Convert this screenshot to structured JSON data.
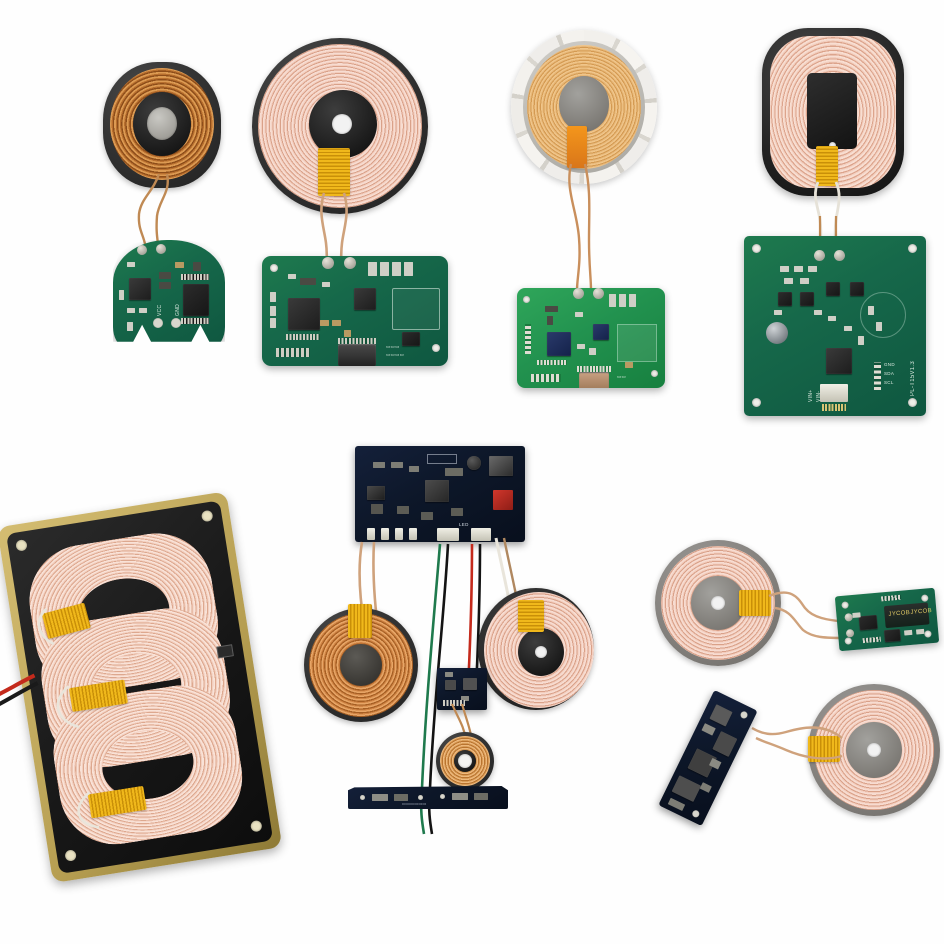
{
  "scene": {
    "title": "Wireless charging module collage",
    "background_color": "#ffffff",
    "layout": "two rows of product photos on white background",
    "rows": 2,
    "item_count": 8
  },
  "palette": {
    "background": "#ffffff",
    "pcb_green": "#17684a",
    "pcb_bright_green": "#22924f",
    "pcb_black": "#0d1729",
    "coil_pink_copper": "#e8c0ad",
    "coil_copper": "#c07b36",
    "ferrite_black": "#202020",
    "ferrite_grey": "#86837f",
    "kapton_tape_yellow": "#f0b81b",
    "gold_plate": "#b79f52",
    "wire_red": "#c42a1c",
    "wire_black": "#1a1a1a",
    "wire_green": "#1f7a4d",
    "wire_white": "#ece9e0"
  },
  "items": [
    {
      "id": "module-1",
      "name": "Small round transmitter coil with oval PCB",
      "coil": {
        "shape": "round",
        "wire_color": "copper",
        "backing": "black ferrite",
        "center": "grey magnet disc"
      },
      "pcb": {
        "color": "green",
        "shape": "round with notches",
        "labels": [
          "VCC",
          "GND"
        ]
      }
    },
    {
      "id": "module-2",
      "name": "Large round coil with square USB-C PCB",
      "coil": {
        "shape": "round",
        "wire_color": "pink copper",
        "backing": "black ferrite",
        "center": "white dot"
      },
      "pcb": {
        "color": "green",
        "shape": "rounded square",
        "connector": "micro-USB",
        "labels": []
      }
    },
    {
      "id": "module-3",
      "name": "Round coil with white ferrite segments and green PCB",
      "coil": {
        "shape": "round",
        "wire_color": "copper",
        "backing": "white segmented ferrite",
        "center": "grey disc"
      },
      "pcb": {
        "color": "bright green",
        "shape": "rounded rectangle",
        "connector": "USB-C",
        "labels": []
      }
    },
    {
      "id": "module-4",
      "name": "Rounded-rectangle coil with large square PCB",
      "coil": {
        "shape": "rounded rectangle",
        "wire_color": "pink copper",
        "backing": "black ferrite",
        "center": "black rectangle"
      },
      "pcb": {
        "color": "green",
        "shape": "square",
        "labels": [
          "PL-T15V1.3",
          "VIN+",
          "VIN-",
          "GND",
          "SDA",
          "SCL"
        ]
      }
    },
    {
      "id": "module-5",
      "name": "Three-coil wireless charging pad on gold plate",
      "coil": {
        "shape": "3 overlapping oblong coils",
        "wire_color": "pink copper",
        "backing": "black ferrite sheet on gold frame"
      },
      "pcb": {
        "color": "none",
        "cable": "red and black power leads"
      }
    },
    {
      "id": "module-6",
      "name": "Black multi-output control board with three coils",
      "coil": {
        "shape": "two large round coils and one small round coil",
        "wire_color": "copper / pink copper"
      },
      "pcb": {
        "color": "black",
        "labels": [
          "LED"
        ],
        "accessories": [
          "small black sensor board",
          "long black LED strip board"
        ],
        "cables": [
          "green/black ribbon",
          "red/black pair",
          "white/brown pair"
        ]
      }
    },
    {
      "id": "module-7",
      "name": "Round coil with small green receiver PCB",
      "coil": {
        "shape": "round",
        "wire_color": "pink copper",
        "backing": "grey ferrite",
        "center": "grey disc with white dot"
      },
      "pcb": {
        "color": "green",
        "shape": "small rectangle",
        "labels": [
          "JYCOB",
          "JYCOB"
        ]
      }
    },
    {
      "id": "module-8",
      "name": "Round coil with narrow black receiver strip PCB",
      "coil": {
        "shape": "round",
        "wire_color": "pink copper",
        "backing": "grey ferrite",
        "center": "grey disc with white dot"
      },
      "pcb": {
        "color": "black",
        "shape": "narrow strip",
        "labels": []
      }
    }
  ],
  "silkscreen": {
    "m1_vcc": "VCC",
    "m1_gnd": "GND",
    "m4_part": "PL-T15V1.3",
    "m4_vinp": "VIN+",
    "m4_vinn": "VIN-",
    "m4_gnd": "GND",
    "m4_sda": "SDA",
    "m4_scl": "SCL",
    "m6_led": "LED",
    "m7_cap1": "JYCOB",
    "m7_cap2": "JYCOB"
  }
}
